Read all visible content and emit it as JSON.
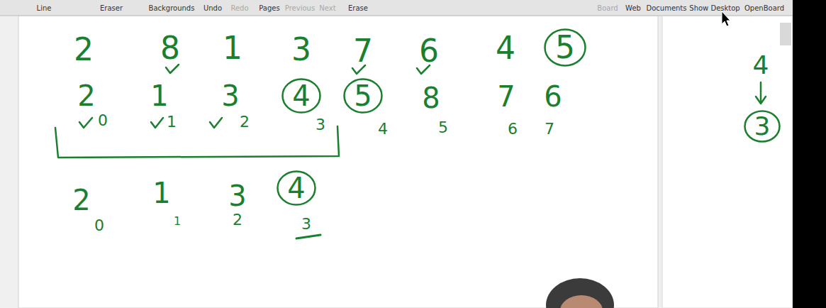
{
  "diagram": {
    "nodes": [
      {
        "text": [
          "5"
        ]
      },
      {
        "text": [
          "4"
        ]
      },
      {
        "text": [
          "5"
        ]
      },
      {
        "text": [
          "4"
        ]
      },
      {
        "text": [
          "3"
        ]
      }
    ],
    "labels": [
      "Line",
      "Eraser",
      "Backgrounds",
      "Undo",
      "Redo",
      "Pages",
      "Previous",
      "Next",
      "Erase",
      "Board",
      "Web",
      "Documents",
      "Show Desktop",
      "OpenBoard",
      "2",
      "8",
      "1",
      "3",
      "7",
      "6",
      "4",
      "2",
      "1",
      "3",
      "8",
      "7",
      "6",
      "0",
      "1",
      "2",
      "3",
      "4",
      "5",
      "6",
      "7",
      "2",
      "1",
      "3",
      "0",
      "1",
      "2",
      "3",
      "4"
    ]
  }
}
